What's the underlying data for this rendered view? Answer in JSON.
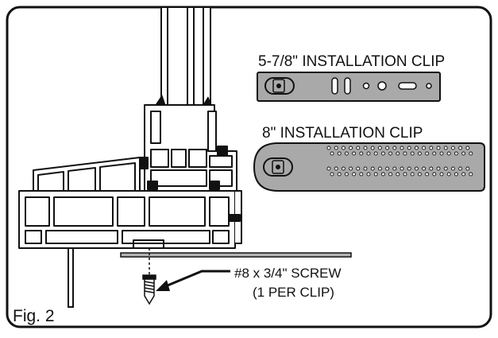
{
  "figure": {
    "caption": "Fig. 2"
  },
  "clips": {
    "small": {
      "label": "5-7/8\" INSTALLATION CLIP"
    },
    "large": {
      "label": "8\"  INSTALLATION CLIP"
    }
  },
  "screw": {
    "line1": "#8 x 3/4\" SCREW",
    "line2": "(1 PER CLIP)"
  },
  "colors": {
    "clip_fill": "#a9a9a9",
    "frame_fill": "#ffffff",
    "outline": "#111111",
    "flange_fill": "#b3b3b3"
  }
}
